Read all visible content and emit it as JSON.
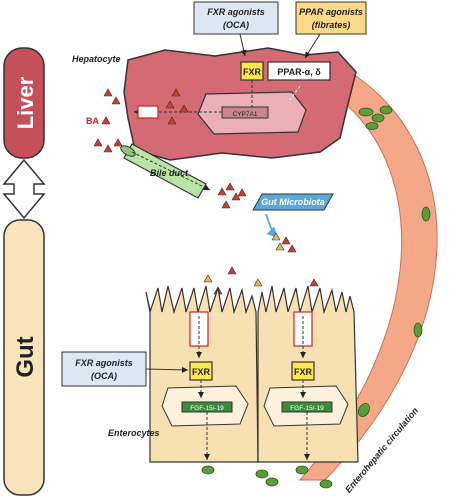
{
  "organs": {
    "liver": "Liver",
    "gut": "Gut"
  },
  "labels": {
    "hepatocyte": "Hepatocyte",
    "ba": "BA",
    "bile_duct": "Bile duct",
    "gut_microbiota": "Gut Microbiota",
    "enterocytes": "Enterocytes",
    "enterohepatic_circulation": "Enterohepatic circulation"
  },
  "boxes": {
    "fxr_agonists_top": {
      "line1": "FXR agonists",
      "line2": "(OCA)"
    },
    "ppar_agonists": {
      "line1": "PPAR agonists",
      "line2": "(fibrates)"
    },
    "fxr_agonists_left": {
      "line1": "FXR agonists",
      "line2": "(OCA)"
    }
  },
  "receptors": {
    "fxr": "FXR",
    "ppar": "PPAR-α, δ"
  },
  "genes": {
    "cyp7a1": "CYP7A1",
    "fgf": "FGF-15/-19"
  },
  "colors": {
    "hepatocyte": "#d46a73",
    "organ_liver": "#c5505a",
    "organ_gut": "#f9e4bc",
    "enterocyte": "#f7e1b3",
    "circulation": "#f5a888",
    "fxr_box": "#fbe84c",
    "ppar_box": "#fcd986",
    "agonist_box": "#dce7f2",
    "microbiota": "#58a8d9",
    "vesicle": "#5a9e3a",
    "gene_box": "#3c8a3c"
  }
}
